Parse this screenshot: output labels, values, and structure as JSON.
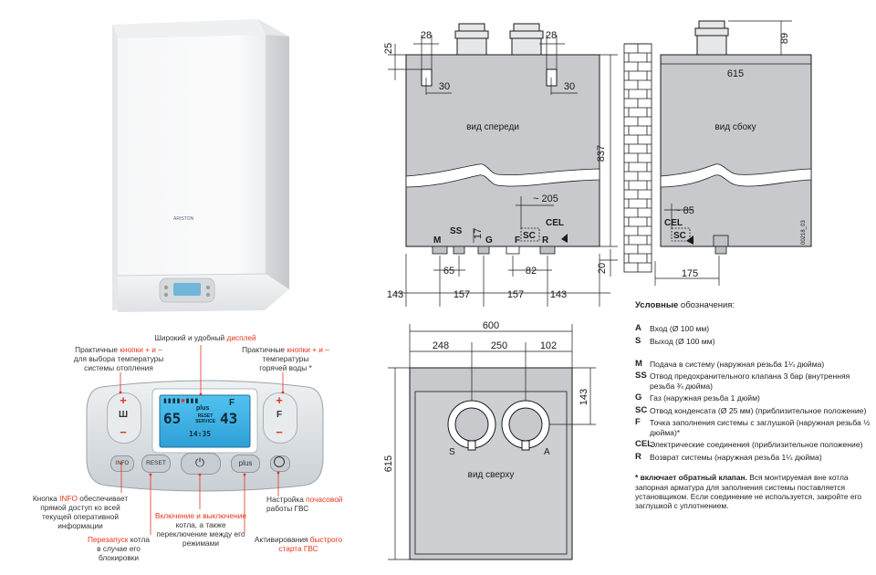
{
  "brand": "ARISTON",
  "views": {
    "front": "вид спереди",
    "side": "вид сбоку",
    "top": "вид сверху"
  },
  "dims": {
    "d25": "25",
    "d28a": "28",
    "d28b": "28",
    "d30a": "30",
    "d30b": "30",
    "d837": "837",
    "d205": "~ 205",
    "d17": "17",
    "d65": "65",
    "d82": "82",
    "d20": "20",
    "d143a": "143",
    "d157a": "157",
    "d157b": "157",
    "d143b": "143",
    "d89": "89",
    "d615": "615",
    "d85": "~ 85",
    "d175": "175",
    "d600": "600",
    "d248": "248",
    "d250": "250",
    "d102": "102",
    "d143c": "143",
    "d615v": "615",
    "code": "00218_03"
  },
  "ports": {
    "M": "M",
    "SS": "SS",
    "G": "G",
    "F": "F",
    "SC": "SC",
    "R": "R",
    "CEL": "CEL",
    "SC2": "SC",
    "CEL2": "CEL",
    "S": "S",
    "A": "A"
  },
  "panel": {
    "info_btn": "INFO",
    "reset_btn": "RESET",
    "plus_btn": "plus",
    "plus_sign_left": "+",
    "minus_sign_left": "−",
    "plus_sign_right": "+",
    "minus_sign_right": "−",
    "heat_icon": "Ш",
    "dhw_icon": "F",
    "lcd_left_value": "65",
    "lcd_right_value": "43",
    "lcd_plus": "plus",
    "lcd_reset": "RESET",
    "lcd_service": "SERVICE",
    "lcd_time": "14:35",
    "lcd_f": "F"
  },
  "annotations": {
    "display": {
      "a": "Широкий и удобный ",
      "b": "дисплей"
    },
    "left_buttons": {
      "a": "Практичные ",
      "b": "кнопки + и –",
      "c": "для выбора температуры",
      "d": "системы отопления"
    },
    "right_buttons": {
      "a": "Практичные ",
      "b": "кнопки + и –",
      "c": "температуры",
      "d": "горячей воды *"
    },
    "info": {
      "a": "Кнопка ",
      "b": "INFO",
      "c": " обеспечивает",
      "d": "прямой доступ ко всей",
      "e": "текущей оперативной",
      "f": "информации"
    },
    "reset": {
      "a": "Перезапуск",
      "b": " котла",
      "c": "в случае его",
      "d": "блокировки"
    },
    "power": {
      "a": "Включение и выключение",
      "b": "котла, а также",
      "c": "переключение между его",
      "d": "режимами"
    },
    "schedule": {
      "a": "Настройка ",
      "b": "почасовой",
      "c": "работы ГВС"
    },
    "fast": {
      "a": "Активирования ",
      "b": "быстрого",
      "c": "старта ГВС"
    }
  },
  "legend": {
    "title_bold": "Условные",
    "title_rest": " обозначения:",
    "items": [
      {
        "k": "A",
        "v": "Вход (Ø 100 мм)"
      },
      {
        "k": "S",
        "v": "Выход (Ø 100 мм)"
      },
      {
        "k": "M",
        "v": "Подача в систему (наружная резьба 1¼ дюйма)"
      },
      {
        "k": "SS",
        "v": "Отвод предохранительного клапана 3 бар (внутренняя резьба ¾ дюйма)"
      },
      {
        "k": "G",
        "v": "Газ (наружная резьба 1 дюйм)"
      },
      {
        "k": "SC",
        "v": "Отвод конденсата (Ø 25 мм) (приблизительное положение)"
      },
      {
        "k": "F",
        "v": "Точка заполнения системы с заглушкой (наружная резьба ½ дюйма)*"
      },
      {
        "k": "CEL",
        "v": "Электрические соединения (приблизительное положение)"
      },
      {
        "k": "R",
        "v": "Возврат системы (наружная резьба 1¼ дюйма)"
      }
    ],
    "note_bold": "* включает обратный клапан.",
    "note_rest": " Вся монтируемая вне котла запорная арматура для заполнения системы поставляется установщиком. Если соединение не используется, закройте его заглушкой с уплотнением."
  },
  "colors": {
    "drawing_fill": "#c7c9cc",
    "line": "#1a1a1a",
    "accent_red": "#e8341c",
    "accent_orange": "#ee7a13",
    "lcd": "#3ab4e8",
    "panel": "#dfe3e6"
  }
}
